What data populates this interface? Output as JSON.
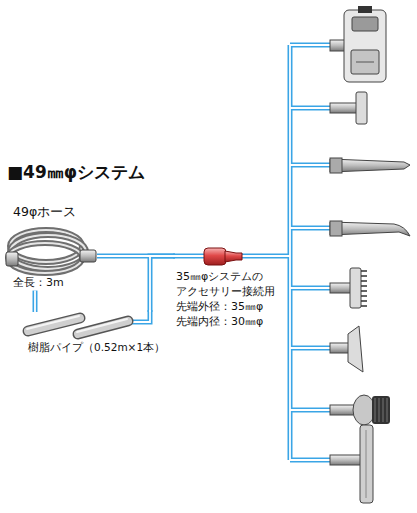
{
  "diagram": {
    "title": "■49㎜φシステム",
    "nodes": [
      {
        "text": [
          "49φホース",
          "全長：3m"
        ]
      },
      {
        "text": [
          "樹脂パイプ（0.52m×1本）"
        ]
      },
      {
        "text": [
          "35㎜φシステムの アクセサリー接続用 先端外径：35㎜φ 先端内径：30㎜φ"
        ]
      }
    ],
    "edges": [
      {
        "from": 0,
        "to": 1,
        "arrow": "none"
      },
      {
        "from": 0,
        "to": 2,
        "arrow": "none"
      },
      {
        "from": 1,
        "to": 2,
        "arrow": "none"
      }
    ]
  }
}
